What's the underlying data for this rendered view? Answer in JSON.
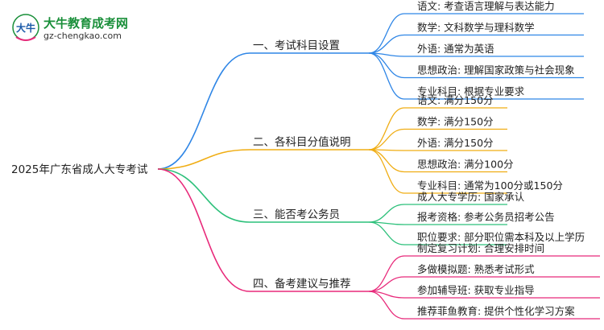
{
  "brand": {
    "name": "大牛教育成考网",
    "url": "gz-chengkao.com",
    "logo_text": "大牛"
  },
  "mindmap": {
    "root": "2025年广东省成人大专考试",
    "branches": [
      {
        "label": "一、考试科目设置",
        "color": "#2f86e6",
        "children": [
          "语文: 考查语言理解与表达能力",
          "数学: 文科数学与理科数学",
          "外语: 通常为英语",
          "思想政治: 理解国家政策与社会现象",
          "专业科目: 根据专业要求"
        ]
      },
      {
        "label": "二、各科目分值说明",
        "color": "#f0ad13",
        "children": [
          "语文: 满分150分",
          "数学: 满分150分",
          "外语: 满分150分",
          "思想政治: 满分100分",
          "专业科目: 通常为100分或150分"
        ]
      },
      {
        "label": "三、能否考公务员",
        "color": "#2cc07a",
        "children": [
          "成人大专学历: 国家承认",
          "报考资格: 参考公务员招考公告",
          "职位要求: 部分职位需本科及以上学历"
        ]
      },
      {
        "label": "四、备考建议与推荐",
        "color": "#e8297a",
        "children": [
          "制定复习计划: 合理安排时间",
          "多做模拟题: 熟悉考试形式",
          "参加辅导班: 获取专业指导",
          "推荐菲鱼教育: 提供个性化学习方案"
        ]
      }
    ]
  }
}
